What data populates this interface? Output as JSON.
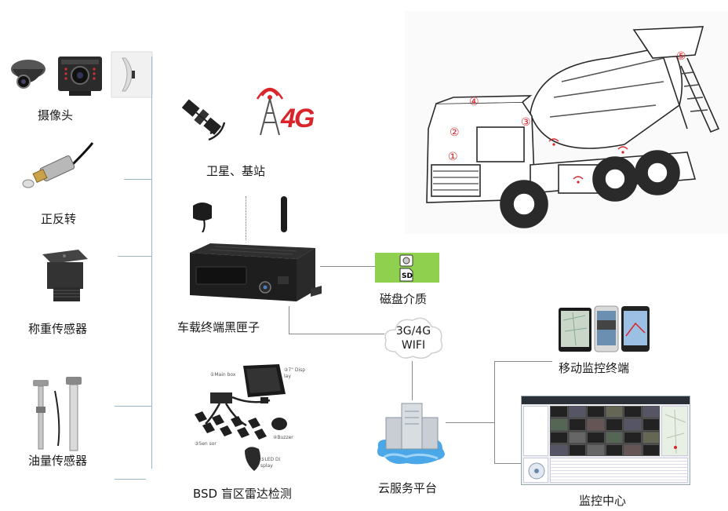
{
  "left_column": {
    "camera_label": "摄像头",
    "rotation_label": "正反转",
    "weight_label": "称重传感器",
    "oil_label": "油量传感器"
  },
  "center": {
    "satellite_label": "卫星、基站",
    "fourg_badge": "4G",
    "dvr_label": "车载终端黑匣子",
    "storage_label": "磁盘介质",
    "sd_text": "SD",
    "network_label_line1": "3G/4G",
    "network_label_line2": "WIFI",
    "bsd_label": "BSD 盲区雷达检测",
    "bsd_part_labels": [
      "①Main box",
      "②7\" Disp lay",
      "③Sen sor",
      "④Buzzer",
      "⑤LED Di splay"
    ],
    "cloud_label": "云服务平台"
  },
  "right": {
    "mobile_label": "移动监控终端",
    "center_label": "监控中心"
  },
  "truck_markers": [
    "①",
    "②",
    "③",
    "④",
    "⑤"
  ],
  "colors": {
    "connector_blue": "#9ab8c8",
    "connector_gray": "#8a8a8a",
    "storage_green": "#8fd14f",
    "fourg_red": "#d9242b",
    "marker_red": "#d9242b"
  }
}
